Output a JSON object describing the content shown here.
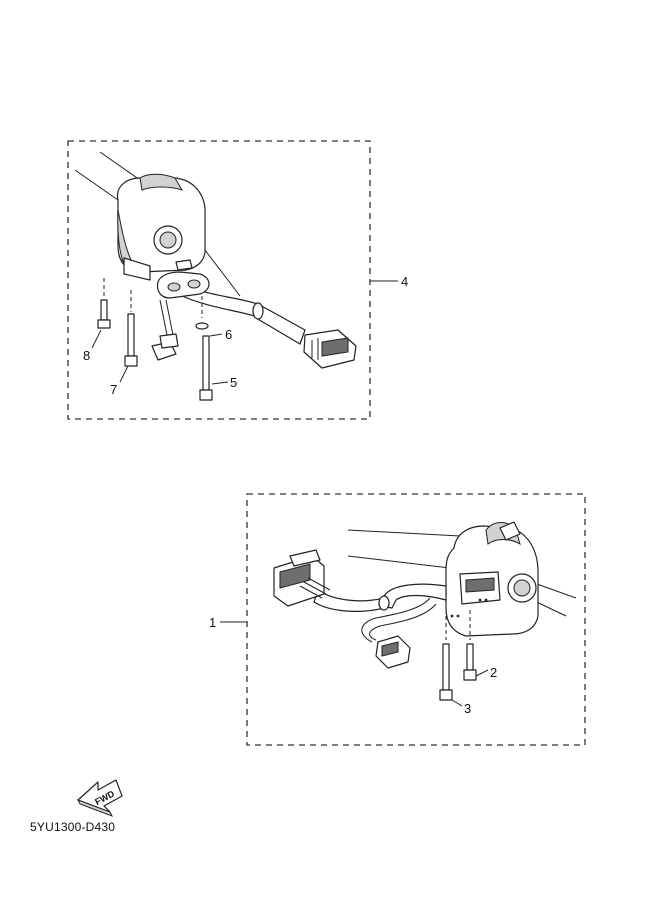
{
  "callouts": [
    {
      "id": "1",
      "label": "1"
    },
    {
      "id": "2",
      "label": "2"
    },
    {
      "id": "3",
      "label": "3"
    },
    {
      "id": "4",
      "label": "4"
    },
    {
      "id": "5",
      "label": "5"
    },
    {
      "id": "6",
      "label": "6"
    },
    {
      "id": "7",
      "label": "7"
    },
    {
      "id": "8",
      "label": "8"
    }
  ],
  "fwd_label": "FWD",
  "diagram_code": "5YU1300-D430"
}
